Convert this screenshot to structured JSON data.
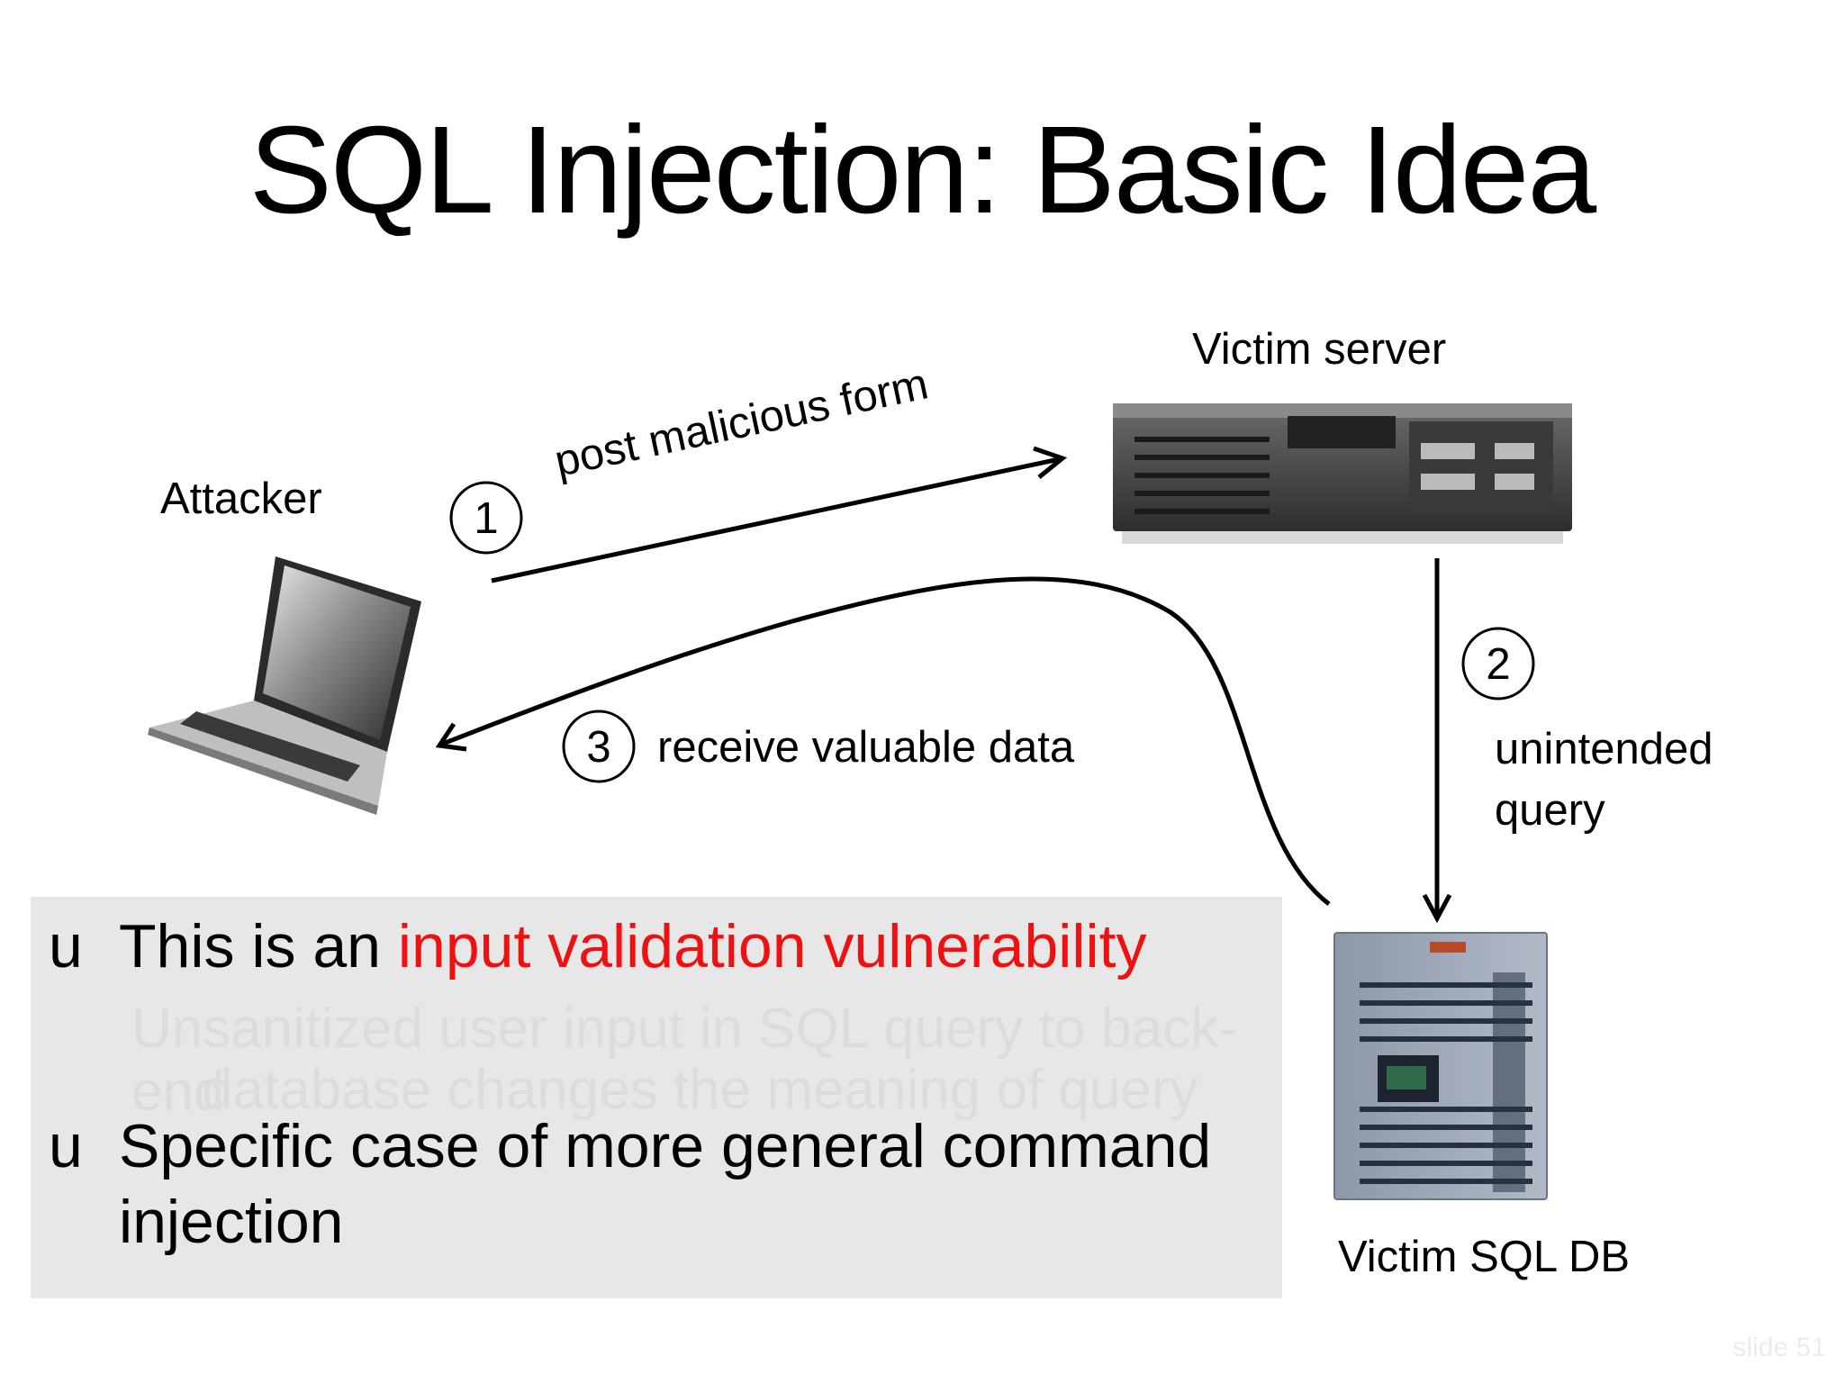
{
  "title": "SQL Injection: Basic Idea",
  "nodes": {
    "attacker": "Attacker",
    "server": "Victim server",
    "db": "Victim SQL DB"
  },
  "steps": [
    {
      "num": "1",
      "label": "post malicious form"
    },
    {
      "num": "2",
      "label_line1": "unintended",
      "label_line2": "query"
    },
    {
      "num": "3",
      "label": "receive valuable data"
    }
  ],
  "bullets": {
    "marker": "u",
    "b1_prefix": "This is an ",
    "b1_highlight": "input validation vulnerability",
    "b1_faded_line1": "Unsanitized user input in SQL query to back-end",
    "b1_faded_line2": "database changes the meaning of query",
    "b2_line1": "Specific case of more general command",
    "b2_line2": "injection"
  },
  "colors": {
    "highlight": "#ee1111",
    "box": "#e7e7e7"
  },
  "slide_number": "slide 51"
}
